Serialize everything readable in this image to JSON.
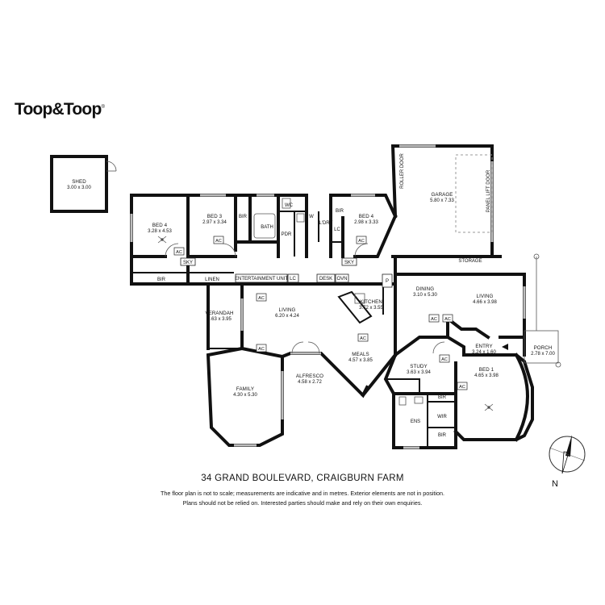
{
  "brand": {
    "logo": "Toop&Toop",
    "mark": "®"
  },
  "address": "34 GRAND BOULEVARD, CRAIGBURN FARM",
  "disclaimer": [
    "The floor plan is not to scale; measurements are indicative and in metres. Exterior elements are not in position.",
    "Plans should not be relied on. Interested parties should make and rely on their own enquiries."
  ],
  "compass": {
    "label": "N"
  },
  "rooms": {
    "shed": {
      "name": "SHED",
      "dim": "3.00 x 3.00"
    },
    "bed4_left": {
      "name": "BED 4",
      "dim": "3.28 x 4.53"
    },
    "bed3": {
      "name": "BED 3",
      "dim": "2.97 x 3.34"
    },
    "bed4_right": {
      "name": "BED 4",
      "dim": "2.98 x 3.33"
    },
    "garage": {
      "name": "GARAGE",
      "dim": "5.80 x 7.33"
    },
    "dining": {
      "name": "DINING",
      "dim": "3.10 x 5.30"
    },
    "living_right": {
      "name": "LIVING",
      "dim": "4.66 x 3.98"
    },
    "kitchen": {
      "name": "KITCHEN",
      "dim": "3.72 x 3.55"
    },
    "living_main": {
      "name": "LIVING",
      "dim": "6.20 x 4.24"
    },
    "verandah": {
      "name": "VERANDAH",
      "dim": "1.63 x 3.95"
    },
    "family": {
      "name": "FAMILY",
      "dim": "4.30 x 5.30"
    },
    "alfresco": {
      "name": "ALFRESCO",
      "dim": "4.58 x 2.72"
    },
    "meals": {
      "name": "MEALS",
      "dim": "4.57 x 3.85"
    },
    "study": {
      "name": "STUDY",
      "dim": "3.63 x 3.94"
    },
    "entry": {
      "name": "ENTRY",
      "dim": "3.24 x 1.60"
    },
    "porch": {
      "name": "PORCH",
      "dim": "2.78 x 7.00"
    },
    "bed1": {
      "name": "BED 1",
      "dim": "4.65 x 3.98"
    }
  },
  "labels": {
    "bir": "BIR",
    "bath": "BATH",
    "wc": "WC",
    "w": "W",
    "pdr": "PDR",
    "ldry": "L'DRY",
    "lc": "LC",
    "sky": "SKY",
    "linen": "LINEN",
    "entertainment": "ENTERTAINMENT UNIT",
    "desk": "DESK",
    "ovn": "OVN",
    "p": "P",
    "storage": "STORAGE",
    "roller_door": "ROLLER DOOR",
    "panel_lift_door": "PANEL LIFT DOOR",
    "ens": "ENS",
    "wir": "WIR",
    "ac": "AC"
  }
}
